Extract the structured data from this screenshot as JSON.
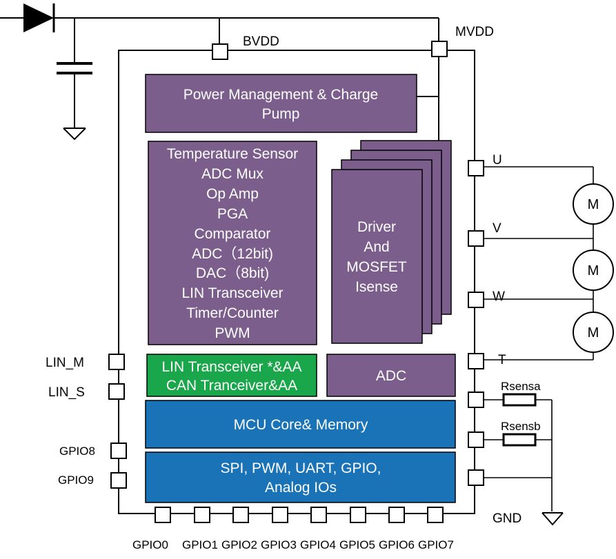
{
  "colors": {
    "purple_block": "#7b5e8c",
    "green_block": "#1aa64a",
    "blue_block": "#1a73b6",
    "wire": "#000000",
    "text_on_block": "#ffffff"
  },
  "supply": {
    "bvdd_label": "BVDD",
    "mvdd_label": "MVDD"
  },
  "blocks": {
    "power": [
      "Power Management & Charge",
      "Pump"
    ],
    "analog": [
      "Temperature Sensor",
      "ADC Mux",
      "Op Amp",
      "PGA",
      "Comparator",
      "ADC（12bit)",
      "DAC（8bit)",
      "LIN Transceiver",
      "Timer/Counter",
      "PWM"
    ],
    "driver": [
      "Driver",
      "And",
      "MOSFET",
      "Isense"
    ],
    "lin_can": [
      "LIN Transceiver *&AA",
      "CAN Tranceiver&AA"
    ],
    "adc": "ADC",
    "mcu": "MCU Core& Memory",
    "periph": [
      "SPI, PWM, UART, GPIO,",
      "Analog IOs"
    ]
  },
  "left_pins": {
    "lin_m": "LIN_M",
    "lin_s": "LIN_S",
    "gpio8": "GPIO8",
    "gpio9": "GPIO9"
  },
  "right_pins": {
    "u": "U",
    "v": "V",
    "w": "W",
    "t": "T",
    "gnd": "GND"
  },
  "resistors": {
    "rsensa": "Rsensa",
    "rsensb": "Rsensb"
  },
  "motors": [
    "M",
    "M",
    "M"
  ],
  "bottom_pins": [
    "GPIO0",
    "GPIO1",
    "GPIO2",
    "GPIO3",
    "GPIO4",
    "GPIO5",
    "GPIO6",
    "GPIO7"
  ]
}
